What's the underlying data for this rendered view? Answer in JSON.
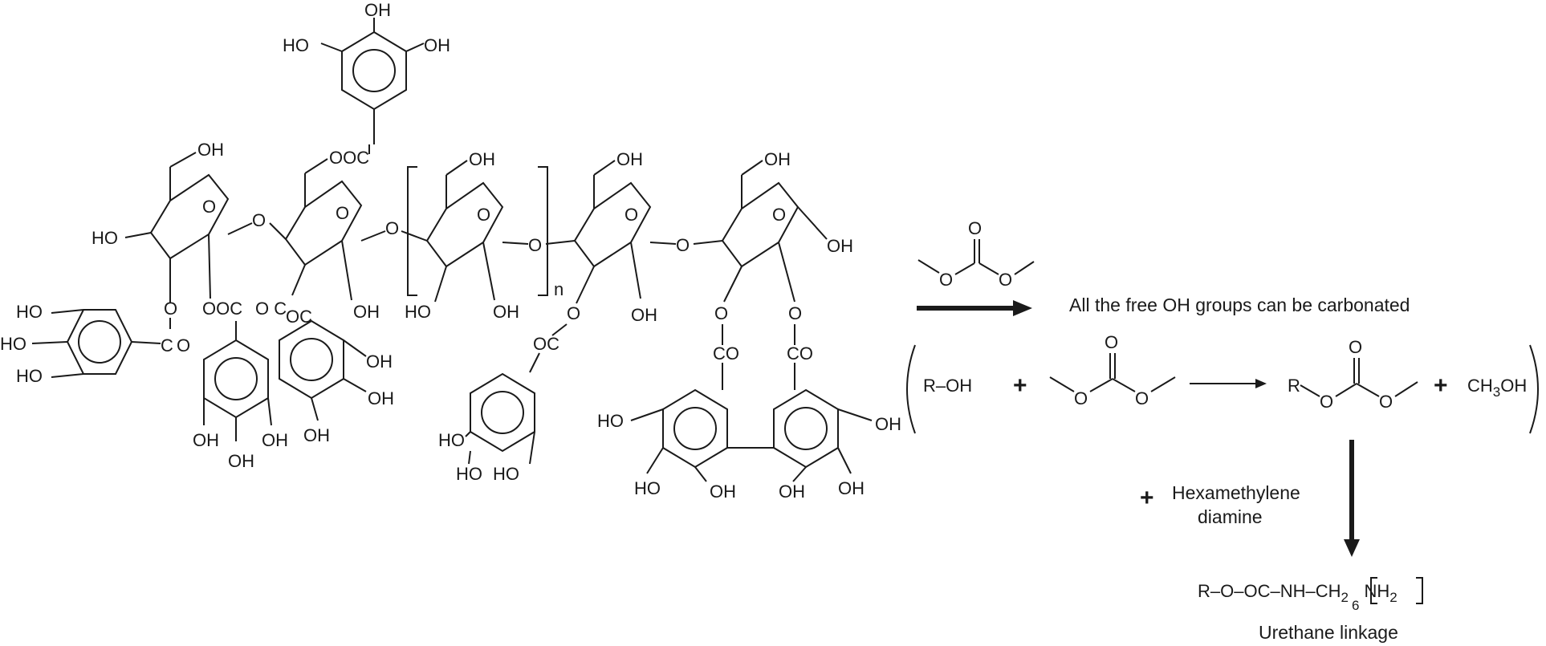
{
  "atoms": {
    "oh": "OH",
    "ho": "HO",
    "o": "O",
    "ooc": "OOC",
    "oc": "OC",
    "co": "CO",
    "c": "C",
    "o_c": "O C",
    "n": "n"
  },
  "reaction": {
    "arrow_label": "All the free OH groups can be carbonated",
    "equation": {
      "r_oh": "R–OH",
      "plus1": "+",
      "r": "R",
      "plus2": "+",
      "methanol_main": "CH",
      "methanol_sub": "3",
      "methanol_tail": "OH"
    },
    "reagent": {
      "plus": "+",
      "line1": "Hexamethylene",
      "line2": "diamine"
    },
    "product": {
      "formula_start": "R–O–OC–NH–",
      "ch2": "CH",
      "ch2_sub": "2",
      "repeat": "6",
      "tail": "NH",
      "tail_sub": "2",
      "caption": "Urethane linkage"
    }
  }
}
